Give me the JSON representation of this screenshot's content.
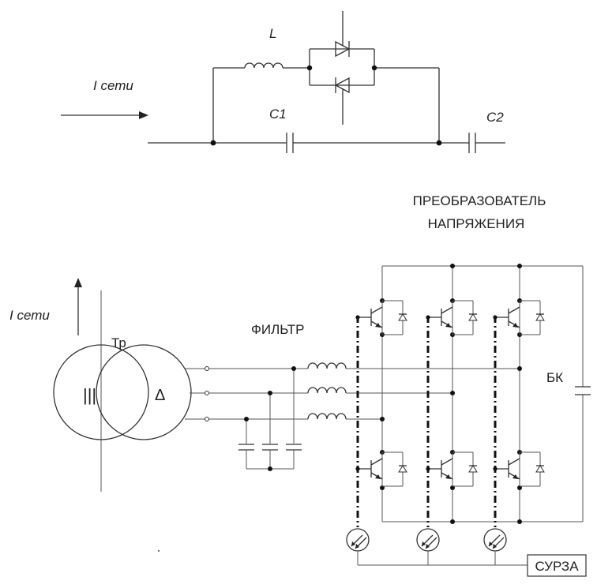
{
  "top_circuit": {
    "current_label": "I сети",
    "inductor_label": "L",
    "cap1_label": "C1",
    "cap2_label": "C2"
  },
  "bottom_circuit": {
    "current_label": "I сети",
    "transformer_label": "Тр",
    "filter_label": "ФИЛЬТР",
    "converter_label_line1": "ПРЕОБРАЗОВАТЕЛЬ",
    "converter_label_line2": "НАПРЯЖЕНИЯ",
    "capacitor_bank_label": "БК",
    "control_label": "СУРЗА",
    "winding_primary_symbol": "|||",
    "winding_secondary_symbol": "Δ"
  }
}
